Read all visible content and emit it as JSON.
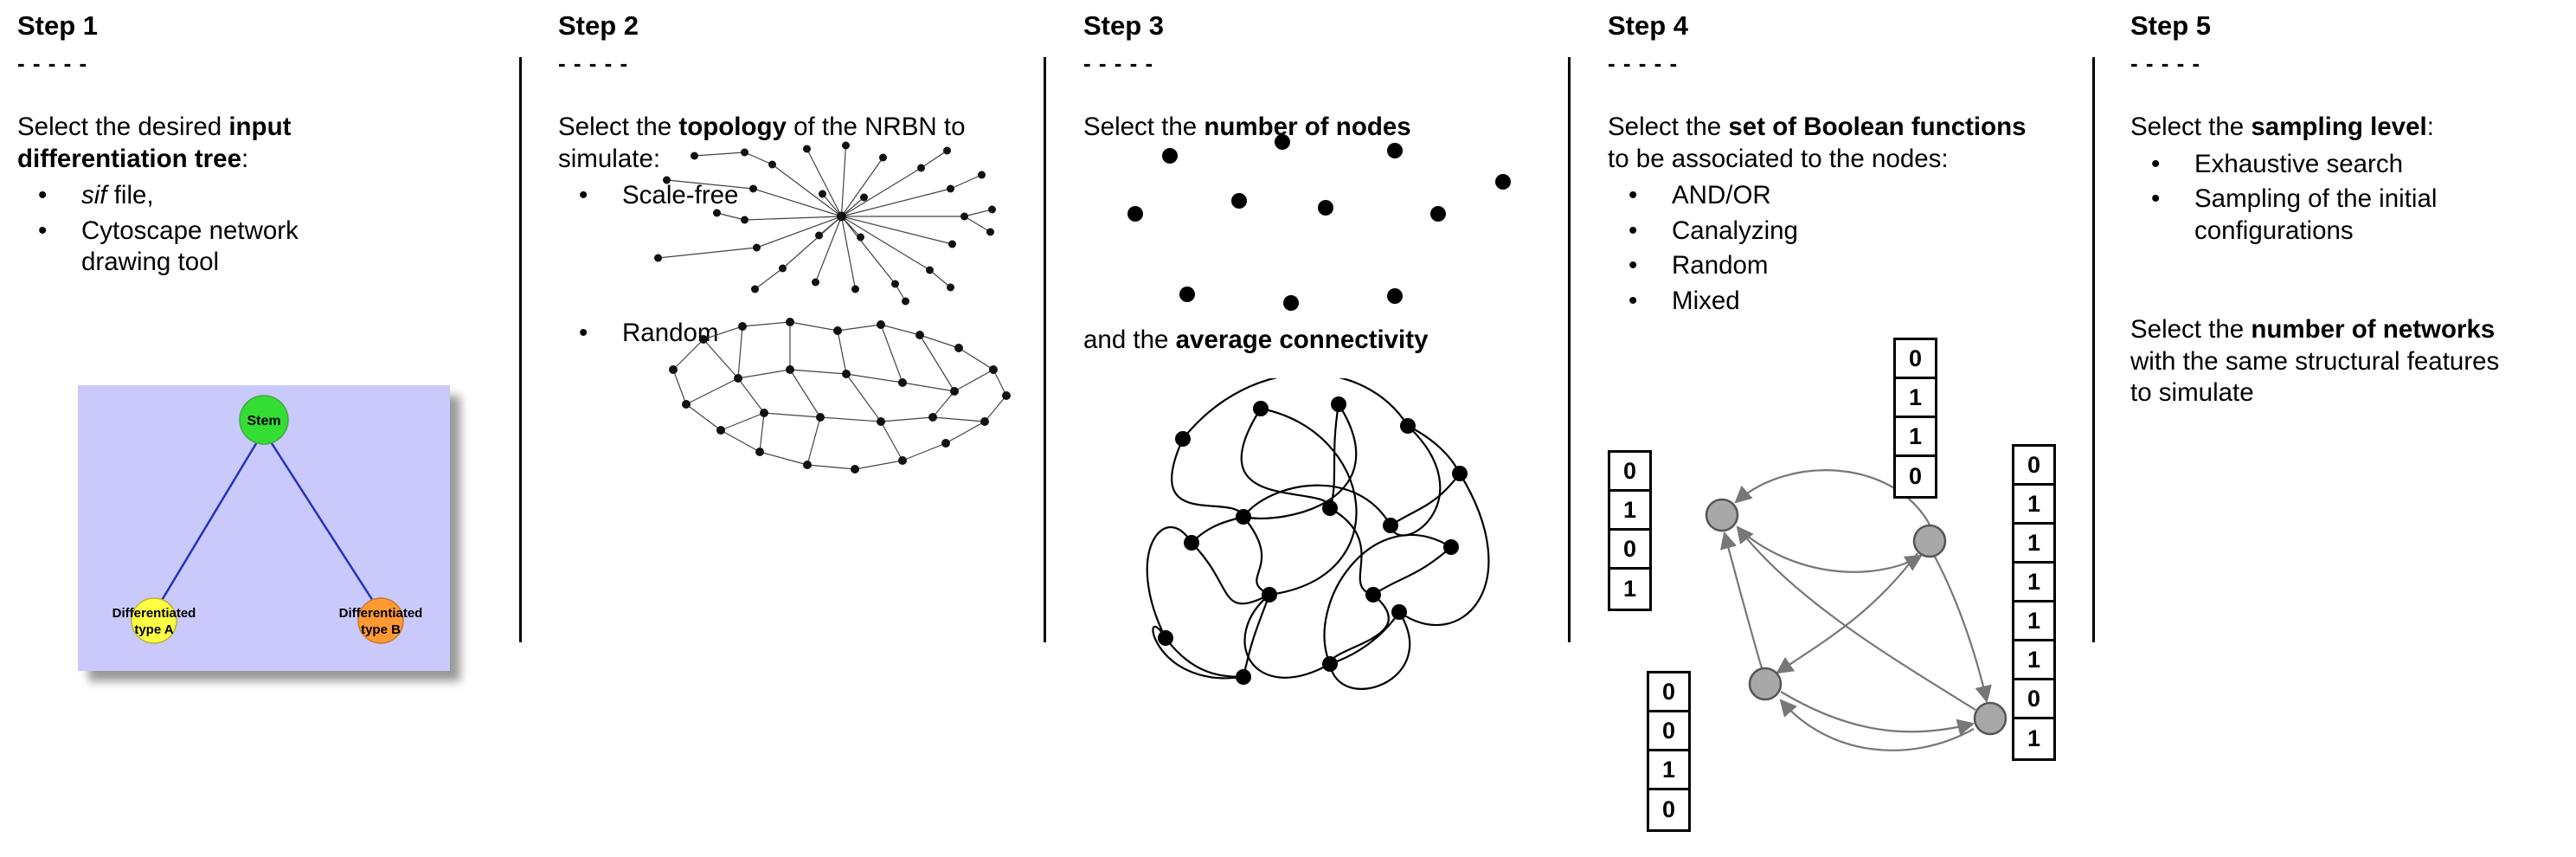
{
  "steps": [
    {
      "title": "Step 1",
      "dashes": "- - - - -",
      "intro": {
        "pre": "Select the desired ",
        "bold": "input differentiation tree",
        "post": ":"
      },
      "bullet1": {
        "italic": "sif",
        "rest": " file,"
      },
      "bullet2": "Cytoscape network drawing tool",
      "tree": {
        "root_label": "Stem",
        "left_line1": "Differentiated",
        "left_line2": "type A",
        "right_line1": "Differentiated",
        "right_line2": "type B",
        "colors": {
          "bg": "#c9c9fb",
          "root": "#33dd33",
          "left": "#ffff44",
          "right": "#ff9933",
          "edge": "#2233bb"
        }
      }
    },
    {
      "title": "Step 2",
      "dashes": "- - - - -",
      "intro": {
        "pre": "Select the ",
        "bold": "topology",
        "post": " of the NRBN to simulate:"
      },
      "bullet1": "Scale-free",
      "bullet2": "Random"
    },
    {
      "title": "Step 3",
      "dashes": "- - - - -",
      "line1": {
        "pre": "Select the ",
        "bold": "number of nodes",
        "post": ""
      },
      "line2": {
        "pre": "and the ",
        "bold": "average connectivity",
        "post": ""
      }
    },
    {
      "title": "Step 4",
      "dashes": "- - - - -",
      "intro": {
        "pre": "Select the ",
        "bold": "set of Boolean functions",
        "post": " to be associated to the nodes:"
      },
      "bullets": [
        "AND/OR",
        "Canalyzing",
        "Random",
        "Mixed"
      ],
      "tables": {
        "left": [
          "0",
          "1",
          "0",
          "1"
        ],
        "top": [
          "0",
          "1",
          "1",
          "0"
        ],
        "bottom": [
          "0",
          "0",
          "1",
          "0"
        ],
        "right": [
          "0",
          "1",
          "1",
          "1",
          "1",
          "1",
          "0",
          "1"
        ]
      }
    },
    {
      "title": "Step 5",
      "dashes": "- - - - -",
      "intro": {
        "pre": "Select the ",
        "bold": "sampling level",
        "post": ":"
      },
      "bullets": [
        "Exhaustive search",
        "Sampling of the initial configurations"
      ],
      "para2": {
        "pre": "Select the ",
        "bold": "number of networks",
        "post": " with the same structural features to simulate"
      }
    }
  ]
}
